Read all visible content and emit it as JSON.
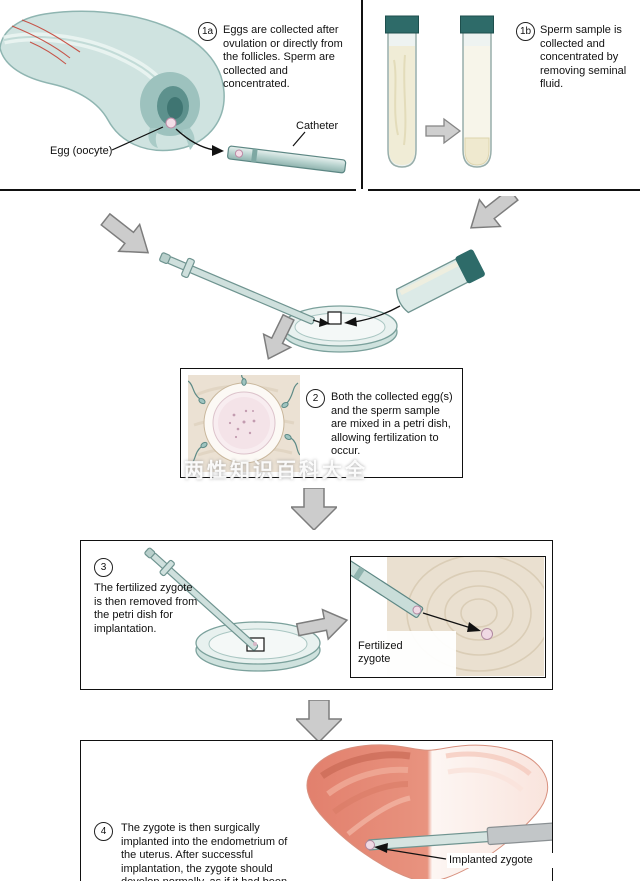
{
  "steps": {
    "s1a": {
      "badge": "1a",
      "text": "Eggs are collected after ovulation or directly from the follicles. Sperm are collected and concentrated."
    },
    "s1b": {
      "badge": "1b",
      "text": "Sperm sample is collected and concentrated by removing seminal fluid."
    },
    "s2": {
      "badge": "2",
      "text": "Both the collected egg(s) and the sperm sample are mixed in a petri dish, allowing fertilization to occur."
    },
    "s3": {
      "badge": "3",
      "text": "The fertilized zygote is then removed from the petri dish for implantation."
    },
    "s4": {
      "badge": "4",
      "text": "The zygote is then surgically implanted into the endometrium of the uterus. After successful implantation, the zygote should develop normally, as if it had been fertilized in the female's oviducts."
    }
  },
  "labels": {
    "egg_oocyte": "Egg (oocyte)",
    "catheter": "Catheter",
    "fertilized_zygote": "Fertilized zygote",
    "implanted_zygote": "Implanted zygote"
  },
  "watermark": {
    "text": "两性知识百科大全"
  },
  "colors": {
    "tissue_teal": "#cfe3e0",
    "deep_teal": "#2e6b69",
    "arrow_gray": "#cccccc",
    "panel_beige": "#eae0d0",
    "uterus_salmon": "#e2806d",
    "zygote_pink": "#f0d9e4",
    "vessel_red": "#c43b2e"
  }
}
